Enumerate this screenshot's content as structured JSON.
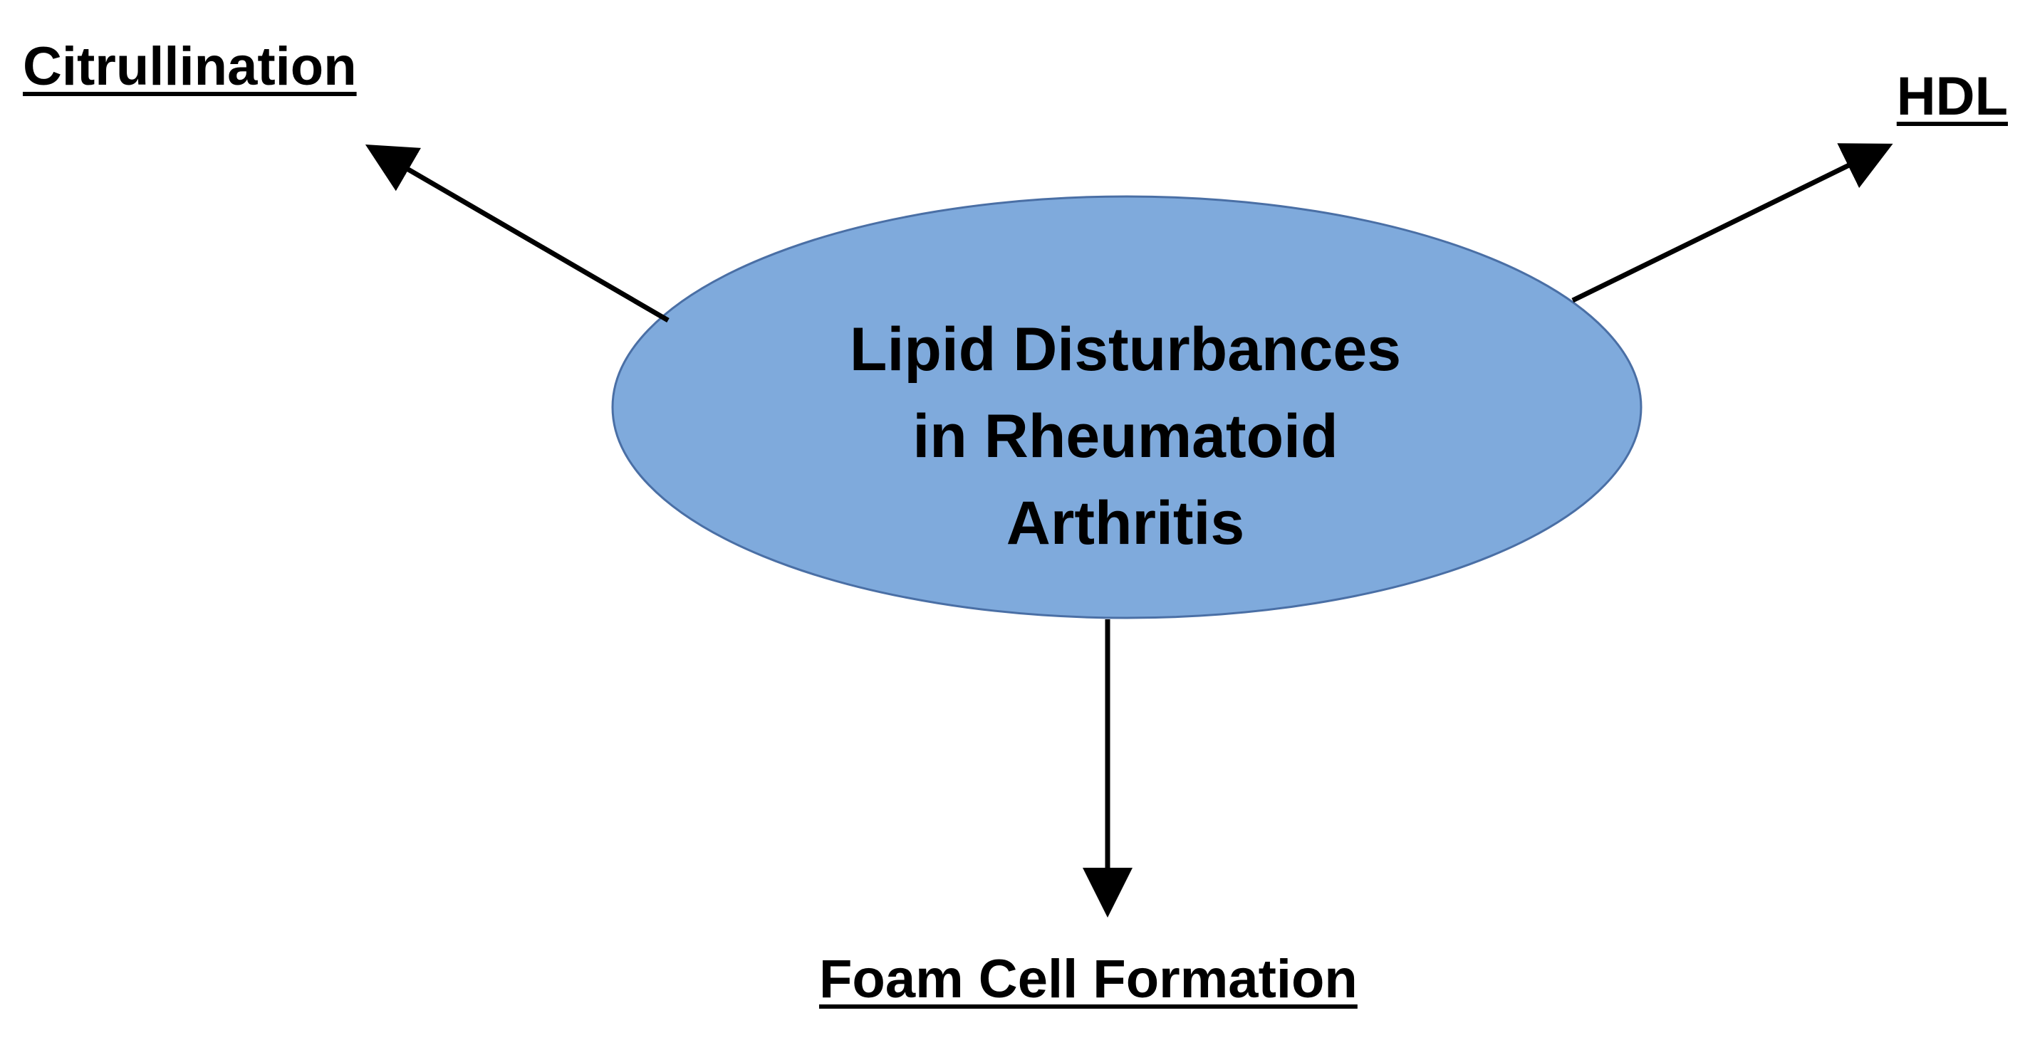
{
  "center": {
    "lines": [
      "Lipid Disturbances",
      "in Rheumatoid",
      "Arthritis"
    ],
    "fill_color": "#7faadc",
    "stroke_color": "#4a6fa5"
  },
  "nodes": {
    "citrullination": "Citrullination",
    "hdl": "HDL",
    "foam_cell_formation": "Foam Cell Formation"
  },
  "arrow_color": "#000000"
}
